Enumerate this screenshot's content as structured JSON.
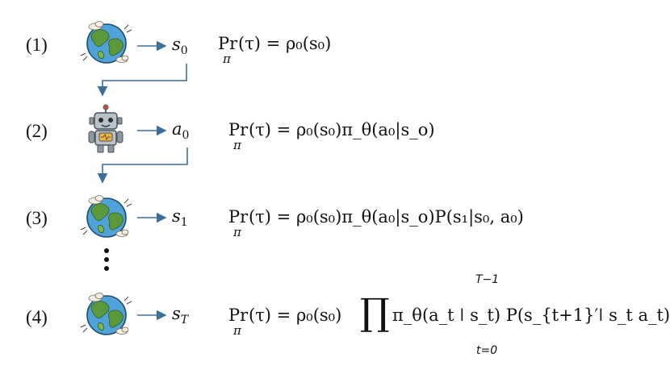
{
  "rows": [
    {
      "label": "(1)",
      "icon": "globe-icon",
      "var": "s",
      "var_sub": "0",
      "formula_lhs": "Pr",
      "formula_lhs_sub": "π",
      "formula_rhs": "(τ) = ρ₀(s₀)"
    },
    {
      "label": "(2)",
      "icon": "robot-icon",
      "var": "a",
      "var_sub": "0",
      "formula_lhs": "Pr",
      "formula_lhs_sub": "π",
      "formula_rhs": "(τ) = ρ₀(s₀)π_θ(a₀|s_o)"
    },
    {
      "label": "(3)",
      "icon": "globe-icon",
      "var": "s",
      "var_sub": "1",
      "formula_lhs": "Pr",
      "formula_lhs_sub": "π",
      "formula_rhs": "(τ) = ρ₀(s₀)π_θ(a₀|s_o)P(s₁|s₀, a₀)"
    },
    {
      "label": "(4)",
      "icon": "globe-icon",
      "var": "s",
      "var_sub": "T",
      "formula_lhs": "Pr",
      "formula_lhs_sub": "π",
      "formula_rhs_pre": "(τ) = ρ₀(s₀)",
      "product_upper": "T−1",
      "product_lower": "t=0",
      "formula_rhs_post": "π_θ(a_t ǀ s_t) P(s_{t+1}′ǀ s_t a_t)"
    }
  ],
  "colors": {
    "arrow": "#3b6f9a",
    "text": "#111111",
    "ocean": "#4fa3d9",
    "land": "#5a9a3c",
    "robot_body": "#b9c2c9",
    "robot_chest": "#f0b23a"
  }
}
